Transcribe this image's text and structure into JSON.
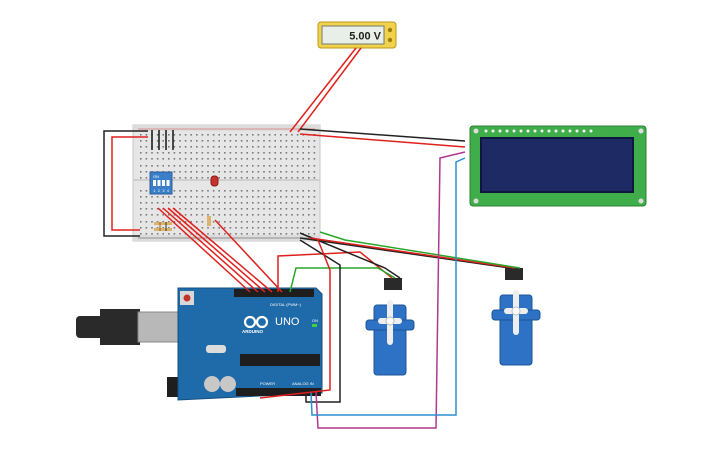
{
  "voltmeter": {
    "reading": "5.00 V"
  },
  "arduino": {
    "brand": "ARDUINO",
    "model": "UNO",
    "digital_label": "DIGITAL (PWM~)",
    "power_label": "POWER",
    "analog_label": "ANALOG IN",
    "on_label": "ON"
  },
  "dip_switch": {
    "on_label": "ON",
    "positions": [
      "1",
      "2",
      "3",
      "4"
    ]
  },
  "colors": {
    "wire_red": "#e0201c",
    "wire_black": "#222222",
    "wire_green": "#2aa52a",
    "wire_blue": "#2a8fd0",
    "wire_magenta": "#b0398f",
    "arduino_blue": "#1f6aa8",
    "servo_blue": "#2d72c4",
    "lcd_green": "#3fae4a",
    "lcd_screen": "#1e2a63",
    "breadboard": "#e4e4e4",
    "led_red": "#c4322d"
  }
}
